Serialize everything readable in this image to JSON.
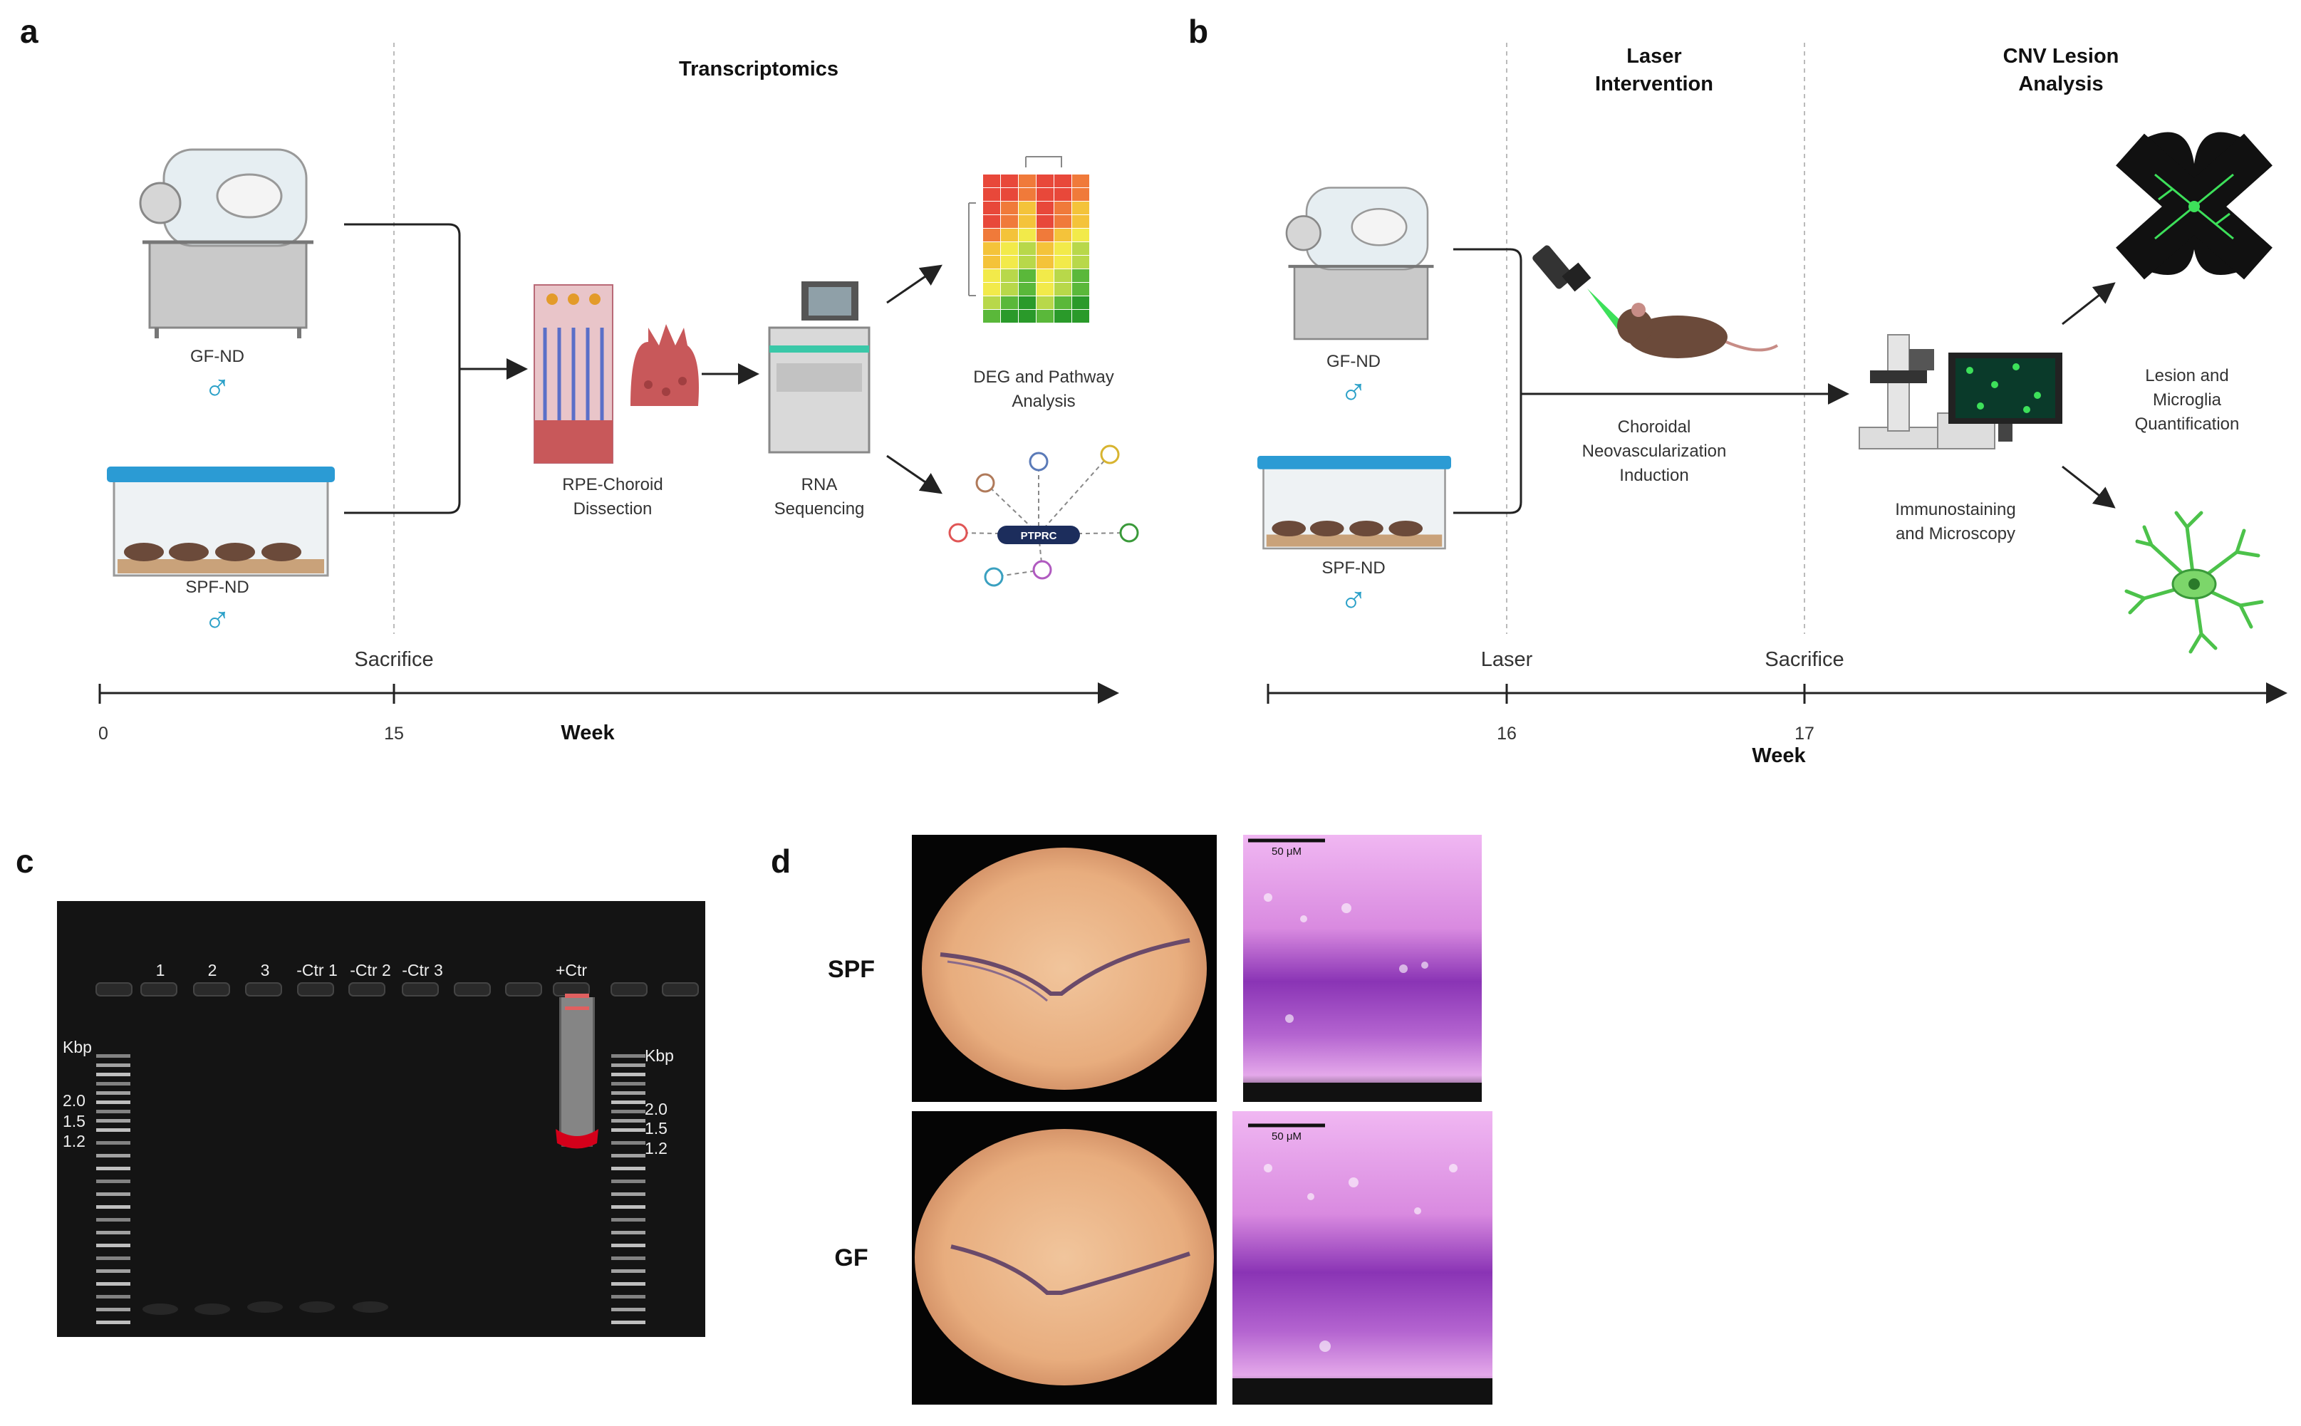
{
  "panels": {
    "a": {
      "letter": "a",
      "header": "Transcriptomics",
      "groups": [
        {
          "label": "GF-ND",
          "sex_symbol": "♂"
        },
        {
          "label": "SPF-ND",
          "sex_symbol": "♂"
        }
      ],
      "steps": [
        "RPE-Choroid",
        "Dissection",
        "RNA",
        "Sequencing"
      ],
      "analysis_lines": [
        "DEG and Pathway",
        "Analysis"
      ],
      "network_node": "PTPRC",
      "timeline": {
        "event": "Sacrifice",
        "ticks": [
          "0",
          "15"
        ],
        "unit": "Week"
      }
    },
    "b": {
      "letter": "b",
      "headers": [
        {
          "lines": [
            "Laser",
            "Intervention"
          ]
        },
        {
          "lines": [
            "CNV Lesion",
            "Analysis"
          ]
        }
      ],
      "groups": [
        {
          "label": "GF-ND",
          "sex_symbol": "♂"
        },
        {
          "label": "SPF-ND",
          "sex_symbol": "♂"
        }
      ],
      "induction_lines": [
        "Choroidal",
        "Neovascularization",
        "Induction"
      ],
      "microscopy_lines": [
        "Immunostaining",
        "and Microscopy"
      ],
      "quant_lines": [
        "Lesion and",
        "Microglia",
        "Quantification"
      ],
      "timeline": {
        "events": [
          "Laser",
          "Sacrifice"
        ],
        "ticks": [
          "16",
          "17"
        ],
        "unit": "Week"
      }
    },
    "c": {
      "letter": "c",
      "lanes": [
        "1",
        "2",
        "3",
        "-Ctr 1",
        "-Ctr 2",
        "-Ctr 3",
        "+Ctr"
      ],
      "ladder_unit": "Kbp",
      "ladder_marks": [
        "2.0",
        "1.5",
        "1.2"
      ]
    },
    "d": {
      "letter": "d",
      "rows": [
        "SPF",
        "GF"
      ],
      "scale_bar": "50 μM"
    }
  },
  "colors": {
    "male_symbol": "#2aa0c8",
    "cage_lid": "#2b9bd4",
    "ladder_band": "#dddddd",
    "positive_band": "#d4001a",
    "he_purple": "#9b3fbf",
    "he_pink": "#e6a3e8",
    "micrograph_dark": "#101010",
    "orange_field": "#e8b58a",
    "microglia_green": "#4cc24a"
  },
  "icons": [
    "isolator-icon",
    "cage-icon",
    "mouse-icon",
    "laser-icon",
    "rpe-cell-icon",
    "sequencer-icon",
    "heatmap-icon",
    "network-icon",
    "microscope-icon",
    "flatmount-icon",
    "microglia-icon"
  ]
}
